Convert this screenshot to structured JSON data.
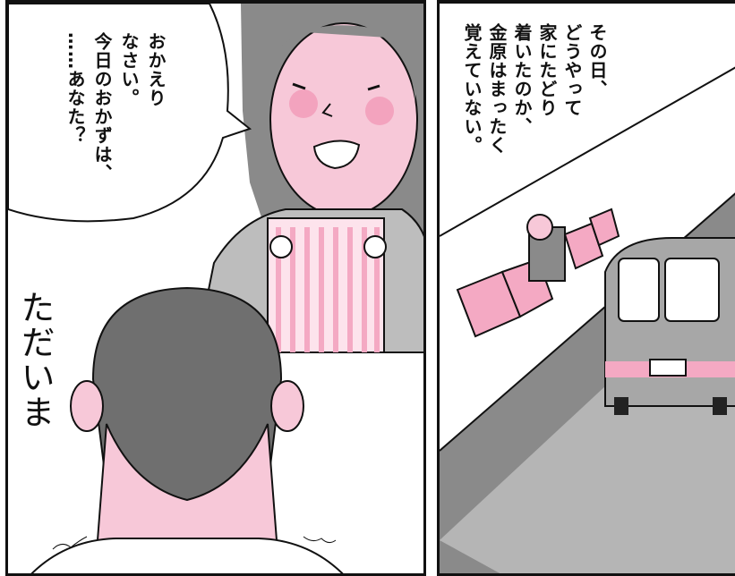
{
  "left_panel": {
    "speech_lines": [
      "おかえり",
      "なさい。",
      "今日のおかずは、",
      "……あなた？"
    ],
    "sfx": "ただいま"
  },
  "right_panel": {
    "caption_lines": [
      "その日、",
      "どうやって",
      "家にたどり",
      "着いたのか、",
      "金原はまったく",
      "覚えていない。"
    ]
  },
  "colors": {
    "pink": "#f4a9c3",
    "skin": "#f7c8d8",
    "gray": "#8a8a8a",
    "dark_gray": "#6f6f6f",
    "light_gray": "#bdbdbd"
  }
}
